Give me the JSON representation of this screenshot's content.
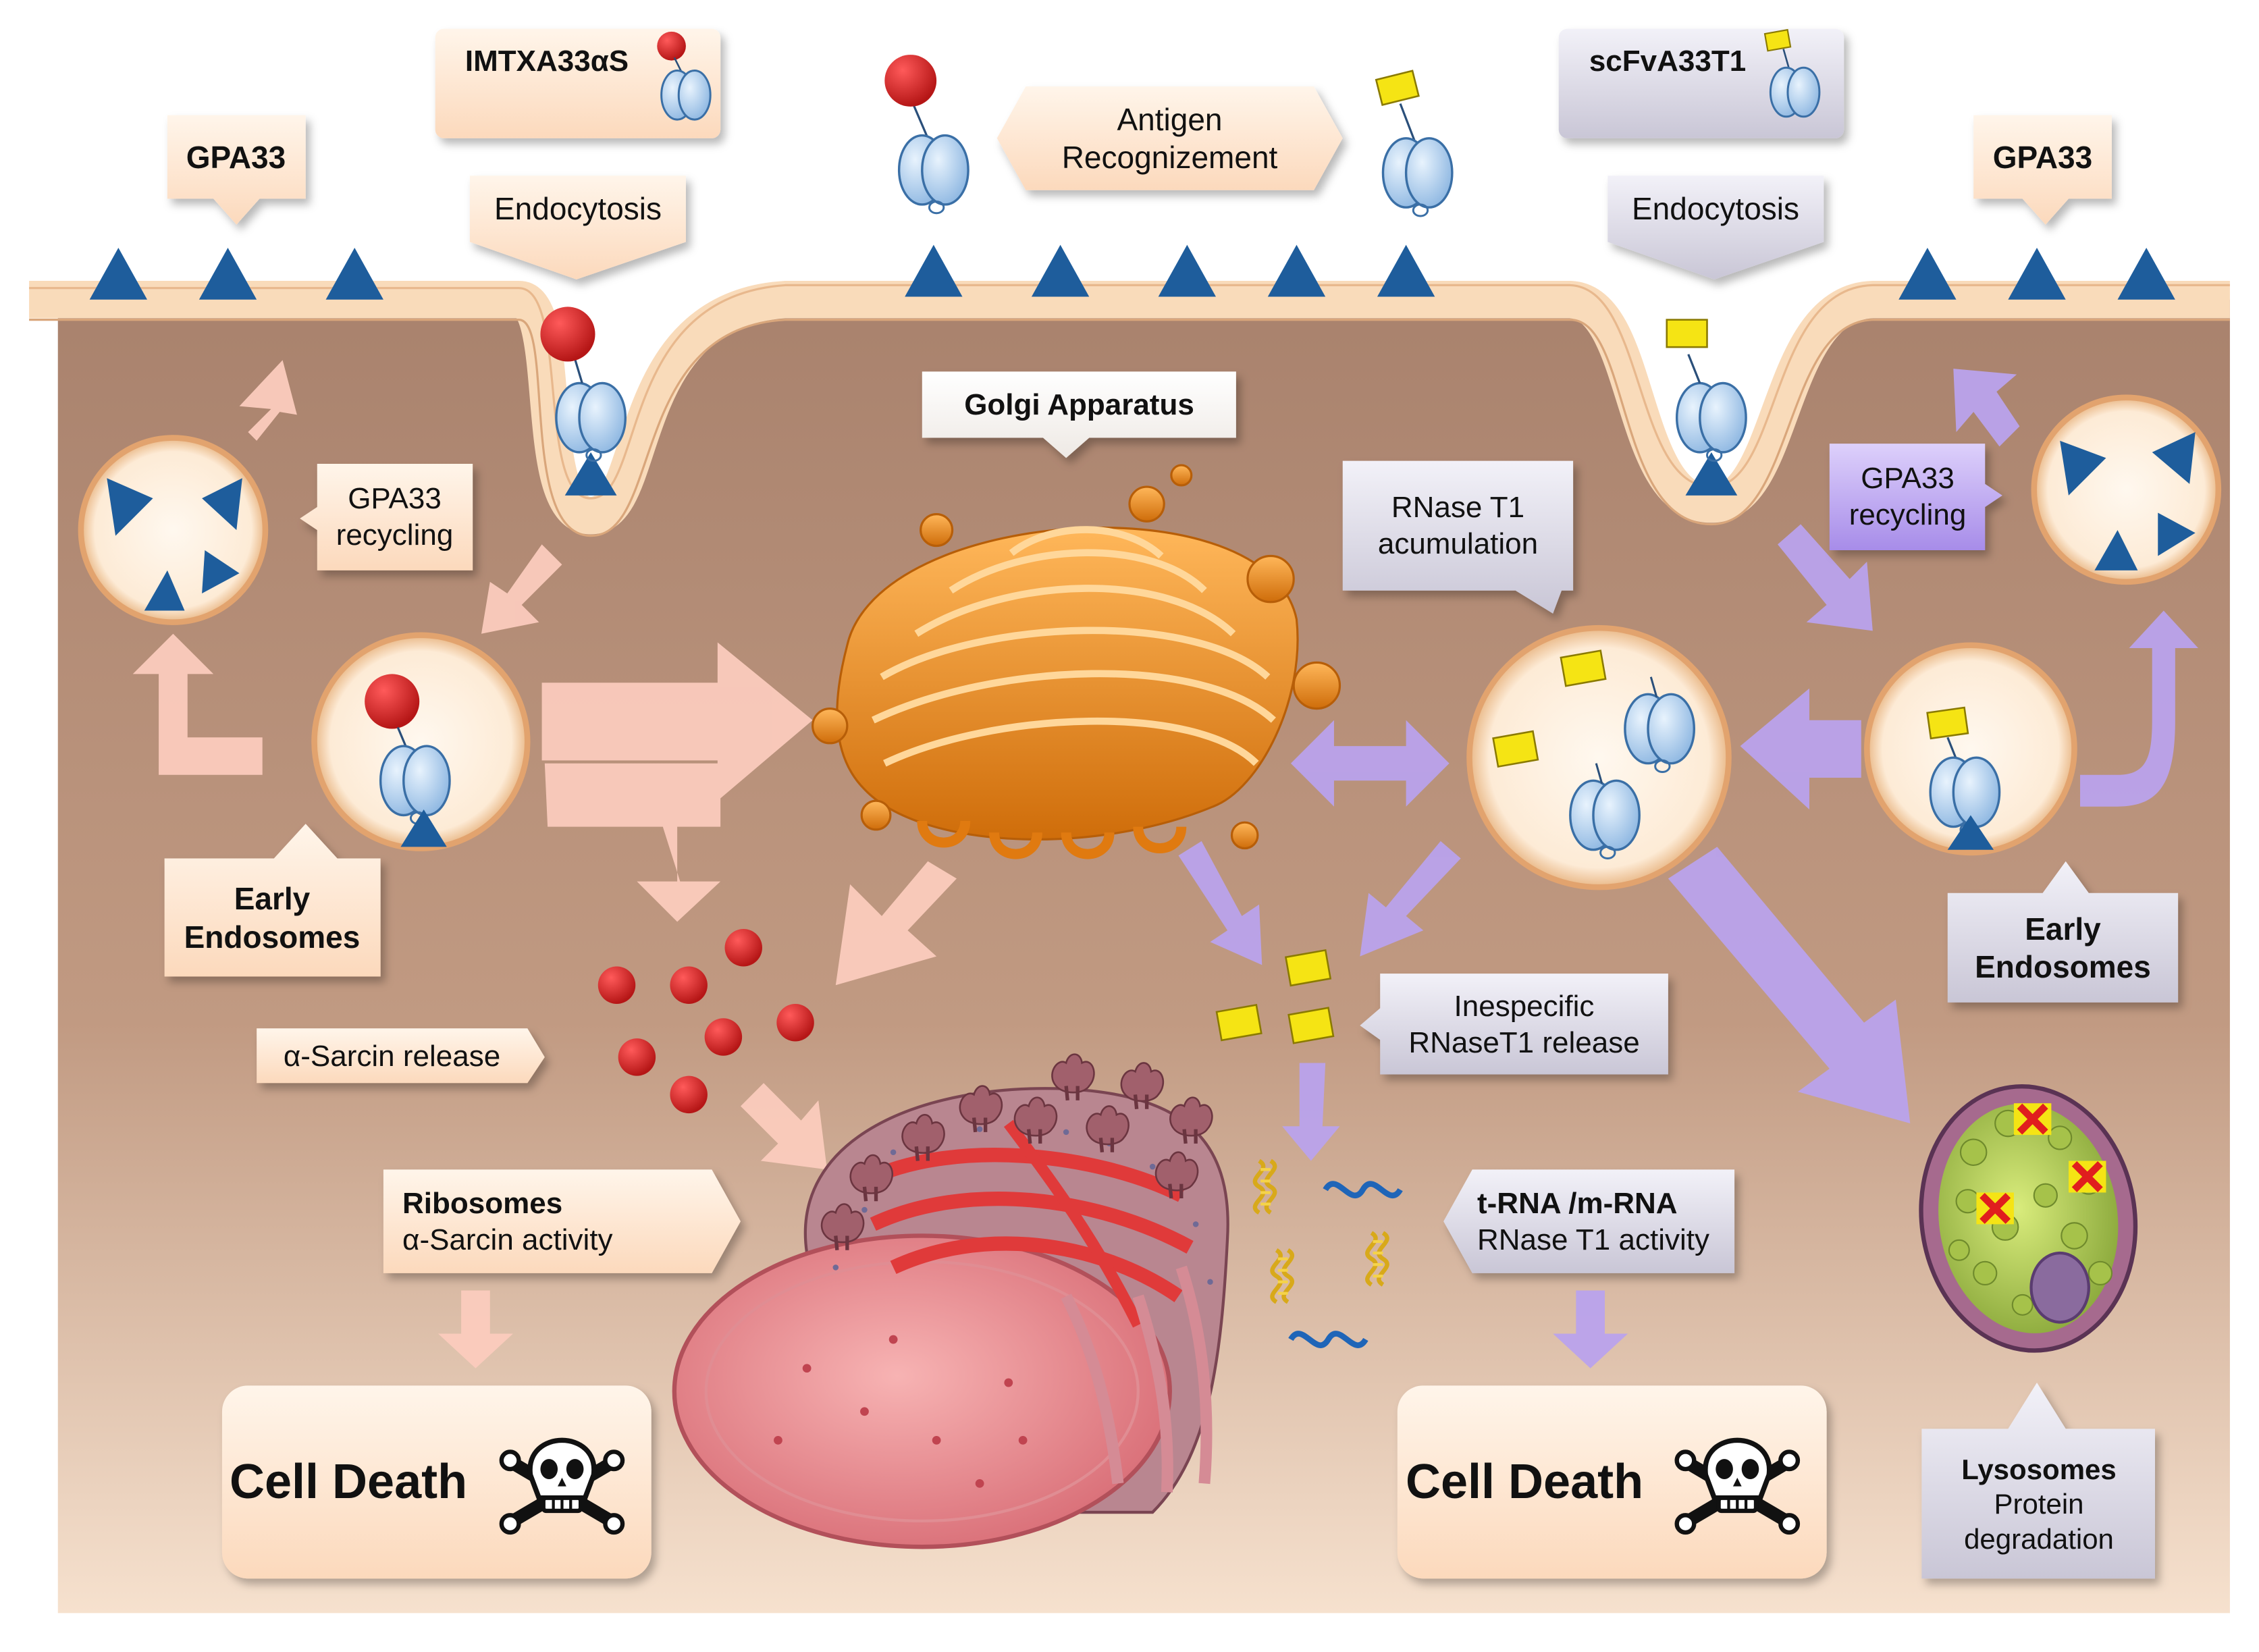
{
  "labels": {
    "gpa33_left": "GPA33",
    "gpa33_right": "GPA33",
    "imtxa": "IMTXA33αS",
    "scfv": "scFvA33T1",
    "antigen_line1": "Antigen",
    "antigen_line2": "Recognizement",
    "endocytosis_left": "Endocytosis",
    "endocytosis_right": "Endocytosis",
    "golgi": "Golgi Apparatus",
    "recycling_left_line1": "GPA33",
    "recycling_left_line2": "recycling",
    "recycling_right_line1": "GPA33",
    "recycling_right_line2": "recycling",
    "rnase_acc_line1": "RNase T1",
    "rnase_acc_line2": "acumulation",
    "early_left_line1": "Early",
    "early_left_line2": "Endosomes",
    "early_right_line1": "Early",
    "early_right_line2": "Endosomes",
    "sarcin_release": "α-Sarcin release",
    "inespecific_line1": "Inespecific",
    "inespecific_line2": "RNaseT1 release",
    "ribosomes_line1": "Ribosomes",
    "ribosomes_line2": "α-Sarcin activity",
    "trna_line1": "t-RNA /m-RNA",
    "trna_line2": "RNase T1 activity",
    "cell_death_left": "Cell Death",
    "cell_death_right": "Cell Death",
    "lysosomes_line1": "Lysosomes",
    "lysosomes_line2": "Protein",
    "lysosomes_line3": "degradation"
  },
  "colors": {
    "cytoplasm": "#c29a82",
    "membrane": "#fbe0c2",
    "receptor": "#1e5d9c",
    "toxin": "#cc1f1f",
    "rnase": "#f5e414",
    "antibody": "#b9d7f4",
    "warm_arrow": "#fbcbbd",
    "violet_arrow": "#b9a2ec",
    "golgi": "#ee8a14"
  }
}
